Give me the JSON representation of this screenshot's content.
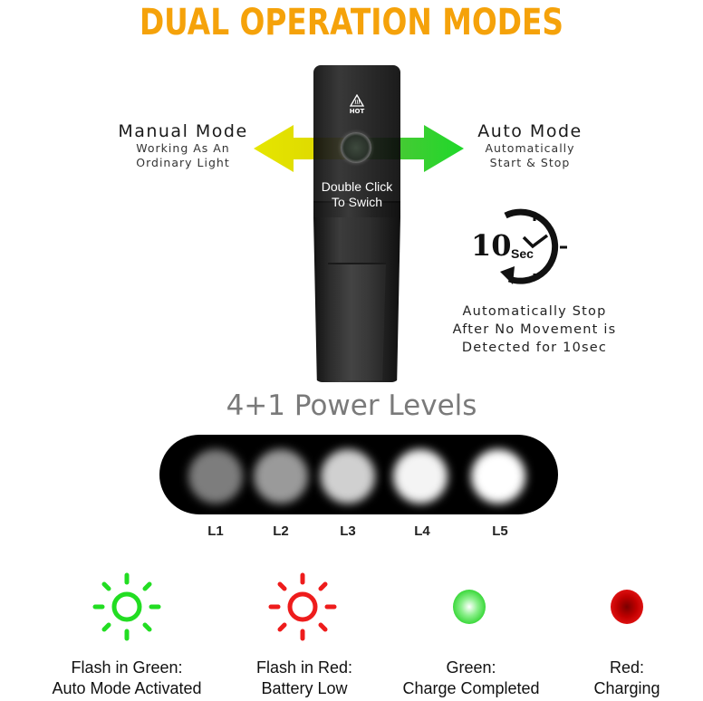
{
  "header": {
    "title": "DUAL OPERATION MODES"
  },
  "device": {
    "hot_label": "HOT",
    "switch_label_line1": "Double Click",
    "switch_label_line2": "To Swich"
  },
  "modes": {
    "manual": {
      "title": "Manual Mode",
      "line1": "Working As An",
      "line2": "Ordinary Light",
      "arrow_color": "#e8e400"
    },
    "auto": {
      "title": "Auto Mode",
      "line1": "Automatically",
      "line2": "Start & Stop",
      "arrow_color": "#22d42a"
    }
  },
  "timer": {
    "number": "10",
    "unit": "Sec",
    "line1": "Automatically Stop",
    "line2": "After No Movement is",
    "line3": "Detected for 10sec"
  },
  "power_levels": {
    "title": "4+1 Power Levels",
    "levels": [
      {
        "label": "L1",
        "brightness": "#7d7d7d"
      },
      {
        "label": "L2",
        "brightness": "#9a9a9a"
      },
      {
        "label": "L3",
        "brightness": "#d0d0d0"
      },
      {
        "label": "L4",
        "brightness": "#f4f4f4"
      },
      {
        "label": "L5",
        "brightness": "#ffffff"
      }
    ]
  },
  "indicators": [
    {
      "icon": "sun-flash-green-icon",
      "color": "#22dd22",
      "line1": "Flash in Green:",
      "line2": "Auto Mode Activated"
    },
    {
      "icon": "sun-flash-red-icon",
      "color": "#ee1c1c",
      "line1": "Flash in Red:",
      "line2": "Battery Low"
    },
    {
      "icon": "green-dot-icon",
      "color": "#3ee03e",
      "line1": "Green:",
      "line2": "Charge Completed"
    },
    {
      "icon": "red-dot-icon",
      "color": "#c00000",
      "line1": "Red:",
      "line2": "Charging"
    }
  ]
}
